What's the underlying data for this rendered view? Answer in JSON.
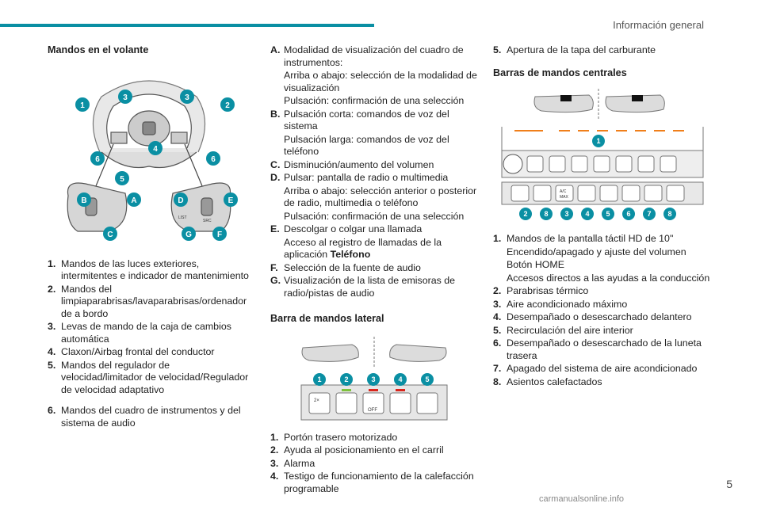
{
  "header": {
    "section": "Información general"
  },
  "footer": {
    "page_number": "5",
    "watermark": "carmanualsonline.info"
  },
  "col1": {
    "title": "Mandos en el volante",
    "wheel_labels": {
      "n1": "1",
      "n2": "2",
      "n3": "3",
      "n4": "4",
      "n5": "5",
      "n6": "6",
      "A": "A",
      "B": "B",
      "C": "C",
      "D": "D",
      "E": "E",
      "F": "F",
      "G": "G",
      "list": "LIST",
      "src": "SRC"
    },
    "items": [
      {
        "k": "1.",
        "v": "Mandos de las luces exteriores, intermitentes e indicador de mantenimiento"
      },
      {
        "k": "2.",
        "v": "Mandos del limpiaparabrisas/lavaparabrisas/ordenador de a bordo"
      },
      {
        "k": "3.",
        "v": "Levas de mando de la caja de cambios automática"
      },
      {
        "k": "4.",
        "v": "Claxon/Airbag frontal del conductor"
      },
      {
        "k": "5.",
        "v": "Mandos del regulador de velocidad/limitador de velocidad/Regulador de velocidad adaptativo"
      },
      {
        "k": "6.",
        "v": "Mandos del cuadro de instrumentos y del sistema de audio"
      }
    ]
  },
  "col2": {
    "items": [
      {
        "k": "A.",
        "v": "Modalidad de visualización del cuadro de instrumentos:"
      },
      {
        "k": "",
        "v": "Arriba o abajo: selección de la modalidad de visualización"
      },
      {
        "k": "",
        "v": "Pulsación: confirmación de una selección"
      },
      {
        "k": "B.",
        "v": "Pulsación corta: comandos de voz del sistema"
      },
      {
        "k": "",
        "v": "Pulsación larga: comandos de voz del teléfono"
      },
      {
        "k": "C.",
        "v": "Disminución/aumento del volumen"
      },
      {
        "k": "D.",
        "v": "Pulsar: pantalla de radio o multimedia"
      },
      {
        "k": "",
        "v": "Arriba o abajo: selección anterior o posterior de radio, multimedia o teléfono"
      },
      {
        "k": "",
        "v": "Pulsación: confirmación de una selección"
      },
      {
        "k": "E.",
        "v": "Descolgar o colgar una llamada"
      },
      {
        "k": "",
        "v": "Acceso al registro de llamadas de la aplicación"
      },
      {
        "k": "F.",
        "v": "Selección de la fuente de audio"
      },
      {
        "k": "G.",
        "v": "Visualización de la lista de emisoras de radio/pistas de audio"
      }
    ],
    "e_bold": "Teléfono",
    "lateral_title": "Barra de mandos lateral",
    "lateral_labels": {
      "n1": "1",
      "n2": "2",
      "n3": "3",
      "n4": "4",
      "n5": "5",
      "x2": "2×",
      "off": "OFF"
    },
    "lateral_items": [
      {
        "k": "1.",
        "v": "Portón trasero motorizado"
      },
      {
        "k": "2.",
        "v": "Ayuda al posicionamiento en el carril"
      },
      {
        "k": "3.",
        "v": "Alarma"
      },
      {
        "k": "4.",
        "v": "Testigo de funcionamiento de la calefacción programable"
      }
    ]
  },
  "col3": {
    "item5": {
      "k": "5.",
      "v": "Apertura de la tapa del carburante"
    },
    "central_title": "Barras de mandos centrales",
    "central_labels": {
      "n1": "1",
      "n2": "2",
      "n8a": "8",
      "n3": "3",
      "n4": "4",
      "n5": "5",
      "n6": "6",
      "n7": "7",
      "n8b": "8",
      "ac": "A/C",
      "max": "MAX"
    },
    "items": [
      {
        "k": "1.",
        "v": "Mandos de la pantalla táctil HD de 10\""
      },
      {
        "k": "",
        "v": "Encendido/apagado y ajuste del volumen"
      },
      {
        "k": "",
        "v": "Botón HOME"
      },
      {
        "k": "",
        "v": "Accesos directos a las ayudas a la conducción"
      },
      {
        "k": "2.",
        "v": "Parabrisas térmico"
      },
      {
        "k": "3.",
        "v": "Aire acondicionado máximo"
      },
      {
        "k": "4.",
        "v": "Desempañado o desescarchado delantero"
      },
      {
        "k": "5.",
        "v": "Recirculación del aire interior"
      },
      {
        "k": "6.",
        "v": "Desempañado o desescarchado de la luneta trasera"
      },
      {
        "k": "7.",
        "v": "Apagado del sistema de aire acondicionado"
      },
      {
        "k": "8.",
        "v": "Asientos calefactados"
      }
    ]
  },
  "colors": {
    "accent": "#0a8fa3"
  }
}
